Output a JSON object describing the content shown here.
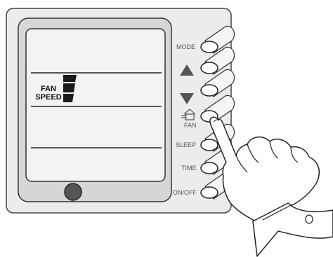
{
  "device": {
    "display": {
      "label_line1": "FAN",
      "label_line2": "SPEED",
      "fan_speed_level": 3,
      "fan_speed_max": 3
    },
    "buttons": [
      {
        "id": "mode",
        "label": "MODE",
        "icon": ""
      },
      {
        "id": "up",
        "label": "",
        "icon": "up-triangle-icon"
      },
      {
        "id": "down",
        "label": "",
        "icon": "down-triangle-icon"
      },
      {
        "id": "fan",
        "label": "FAN",
        "icon": "fan-house-icon"
      },
      {
        "id": "sleep",
        "label": "SLEEP",
        "icon": ""
      },
      {
        "id": "time",
        "label": "TIME",
        "icon": ""
      },
      {
        "id": "onoff",
        "label": "ON/OFF",
        "icon": ""
      }
    ],
    "pressed_button": "fan"
  },
  "colors": {
    "panel": "#e9e9e9",
    "screen_bezel": "#d8d8d8",
    "screen": "#f2f2f2",
    "outline": "#333333",
    "label": "#555555"
  }
}
